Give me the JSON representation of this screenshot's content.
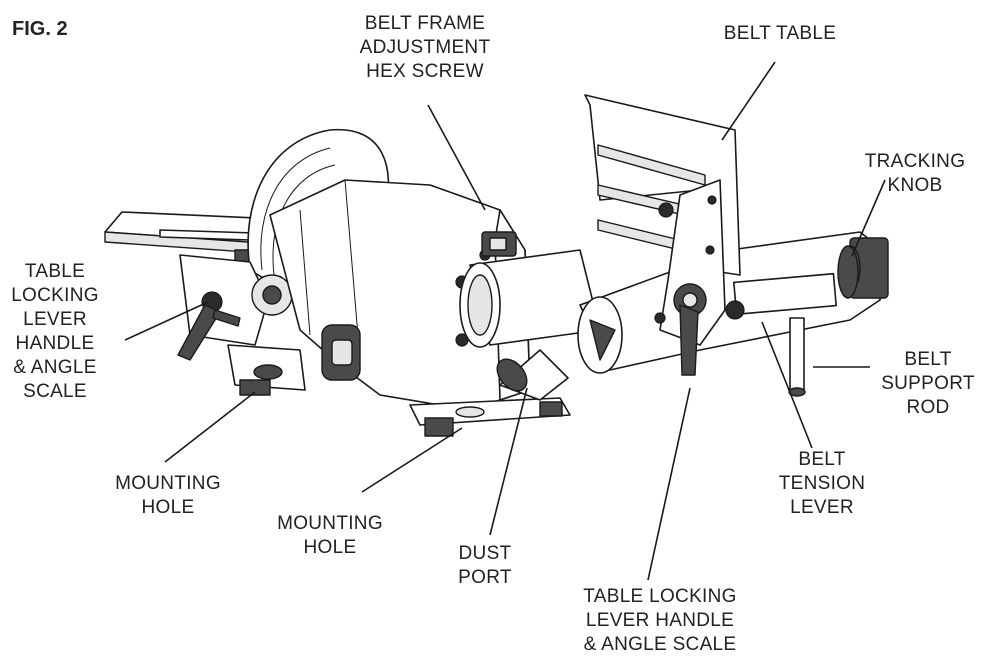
{
  "figure": {
    "title": "FIG. 2"
  },
  "labels": {
    "belt_frame_adjustment_hex_screw": [
      "BELT FRAME",
      "ADJUSTMENT",
      "HEX SCREW"
    ],
    "belt_table": [
      "BELT TABLE"
    ],
    "tracking_knob": [
      "TRACKING",
      "KNOB"
    ],
    "table_locking_lever_left": [
      "TABLE",
      "LOCKING",
      "LEVER",
      "HANDLE",
      "& ANGLE",
      "SCALE"
    ],
    "mounting_hole_left": [
      "MOUNTING",
      "HOLE"
    ],
    "mounting_hole_center": [
      "MOUNTING",
      "HOLE"
    ],
    "dust_port": [
      "DUST",
      "PORT"
    ],
    "belt_support_rod": [
      "BELT",
      "SUPPORT",
      "ROD"
    ],
    "belt_tension_lever": [
      "BELT",
      "TENSION",
      "LEVER"
    ],
    "table_locking_lever_right": [
      "TABLE LOCKING",
      "LEVER HANDLE",
      "& ANGLE SCALE"
    ]
  }
}
